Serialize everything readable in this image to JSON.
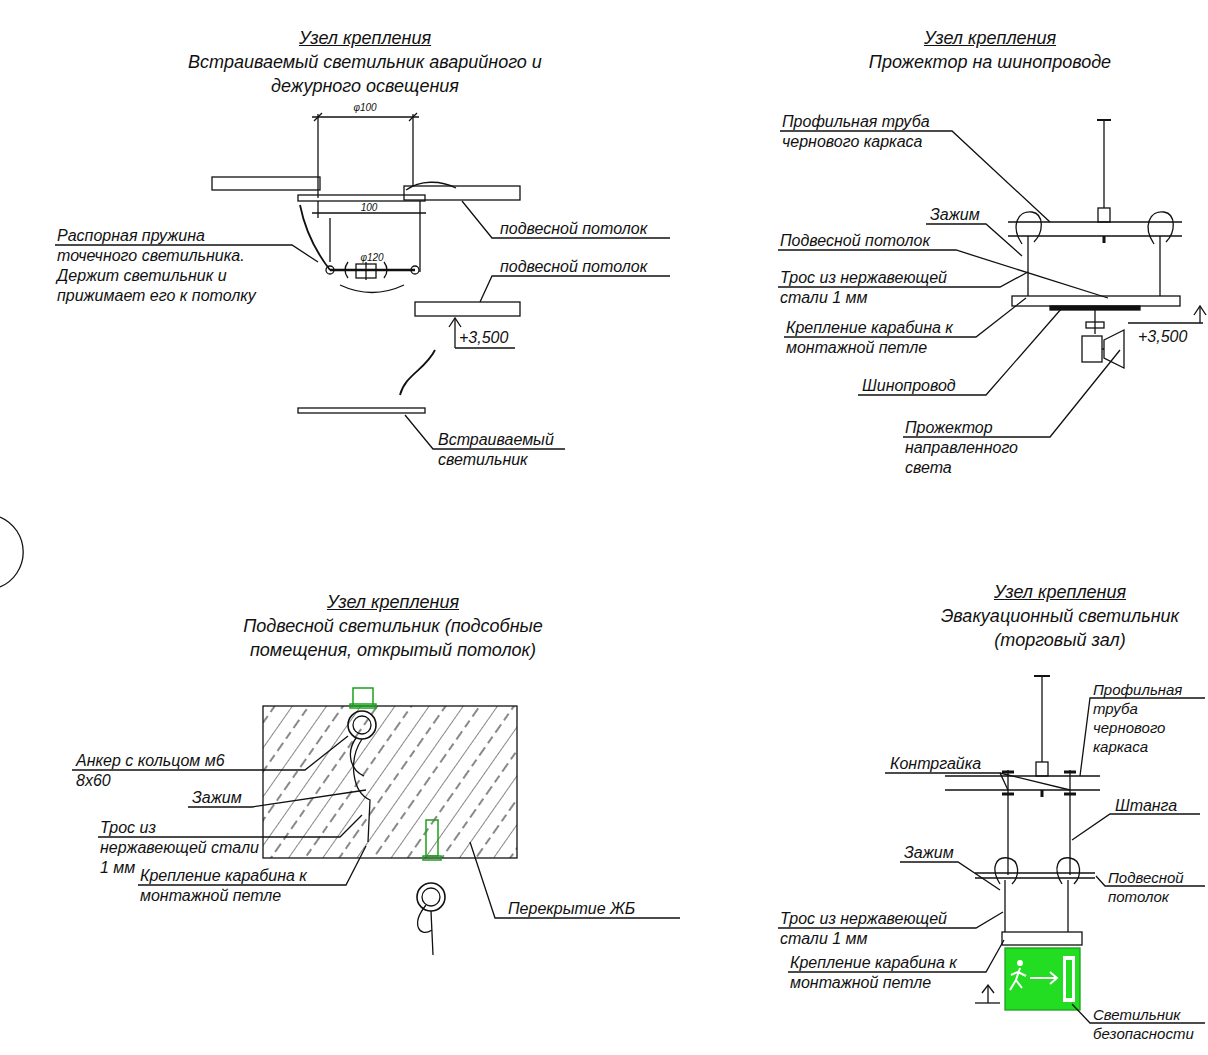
{
  "diagram": {
    "labels": [
      "Узел крепления",
      "Встраиваемый светильник аварийного и дежурного освещения",
      "φ100",
      "100",
      "φ120",
      "Распорная пружина точечного светильника. Держит светильник и прижимает его к потолку",
      "подвесной потолок",
      "подвесной потолок",
      "+3,500",
      "Встраиваемый светильник",
      "Узел крепления",
      "Прожектор на шинопроводе",
      "Профильная труба чернового каркаса",
      "Зажим",
      "Подвесной потолок",
      "Трос из нержавеющей стали 1 мм",
      "Крепление карабина к монтажной петле",
      "Шинопровод",
      "Прожектор направленного света",
      "+3,500",
      "Узел крепления",
      "Подвесной светильник (подсобные помещения, открытый потолок)",
      "Анкер с кольцом м6 8х60",
      "Зажим",
      "Трос из нержавеющей стали 1 мм",
      "Крепление карабина к монтажной петле",
      "Перекрытие ЖБ",
      "Узел крепления",
      "Эвакуационный светильник (торговый зал)",
      "Профильная труба чернового каркаса",
      "Контргайка",
      "Штанга",
      "Зажим",
      "Подвесной потолок",
      "Трос из нержавеющей стали 1 мм",
      "Крепление карабина к монтажной петле",
      "Светильник безопасности"
    ]
  }
}
